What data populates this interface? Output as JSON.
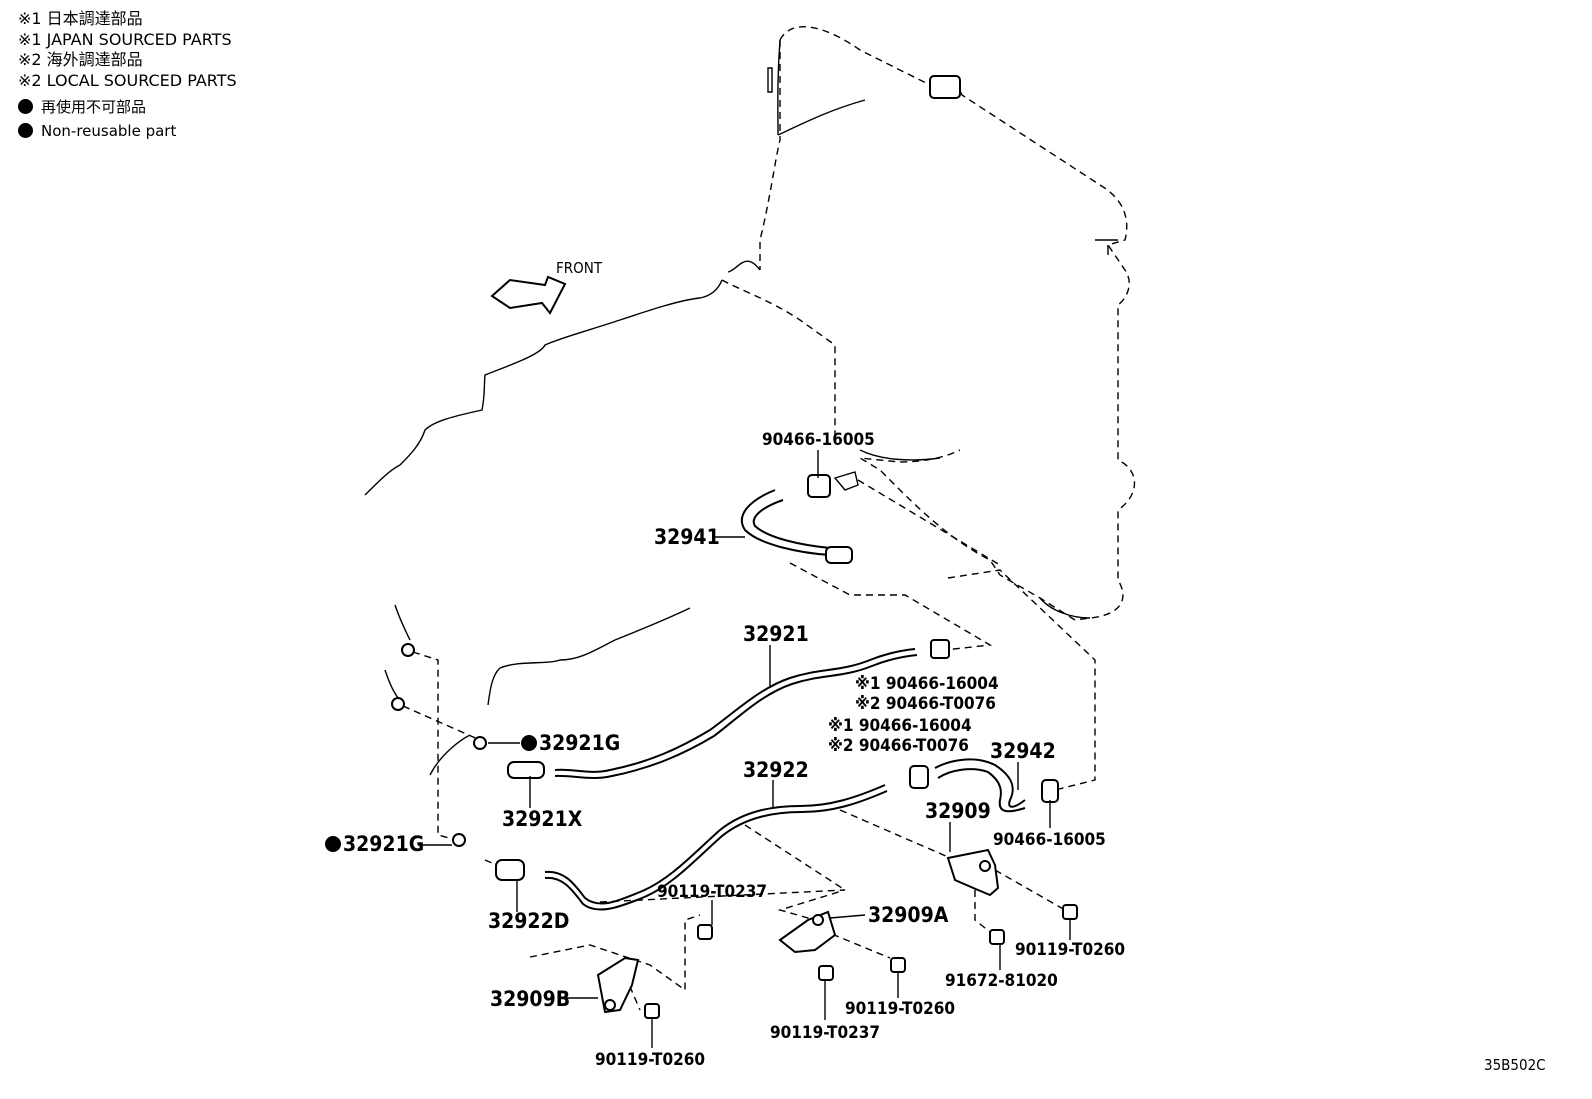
{
  "legend": {
    "note1_jp": "※1 日本調達部品",
    "note1_en": "※1 JAPAN SOURCED PARTS",
    "note2_jp": "※2 海外調達部品",
    "note2_en": "※2 LOCAL SOURCED PARTS",
    "nonreuse_jp": "再使用不可部品",
    "nonreuse_en": "Non-reusable part"
  },
  "front_label": "FRONT",
  "diagram_code": "35B502C",
  "parts": {
    "p90466_16005_top": "90466-16005",
    "p32941": "32941",
    "p32921": "32921",
    "p90466_16004_a": "※1 90466-16004",
    "p90466_T0076_a": "※2 90466-T0076",
    "p90466_16004_b": "※1 90466-16004",
    "p90466_T0076_b": "※2 90466-T0076",
    "p32942": "32942",
    "p32921G_a": "32921G",
    "p32921X": "32921X",
    "p32922": "32922",
    "p32909": "32909",
    "p90466_16005_bottom": "90466-16005",
    "p32921G_b": "32921G",
    "p32922D": "32922D",
    "p90119_T0237_a": "90119-T0237",
    "p32909A": "32909A",
    "p90119_T0260_a": "90119-T0260",
    "p91672_81020": "91672-81020",
    "p32909B": "32909B",
    "p90119_T0260_b": "90119-T0260",
    "p90119_T0237_b": "90119-T0237",
    "p90119_T0260_c": "90119-T0260"
  }
}
